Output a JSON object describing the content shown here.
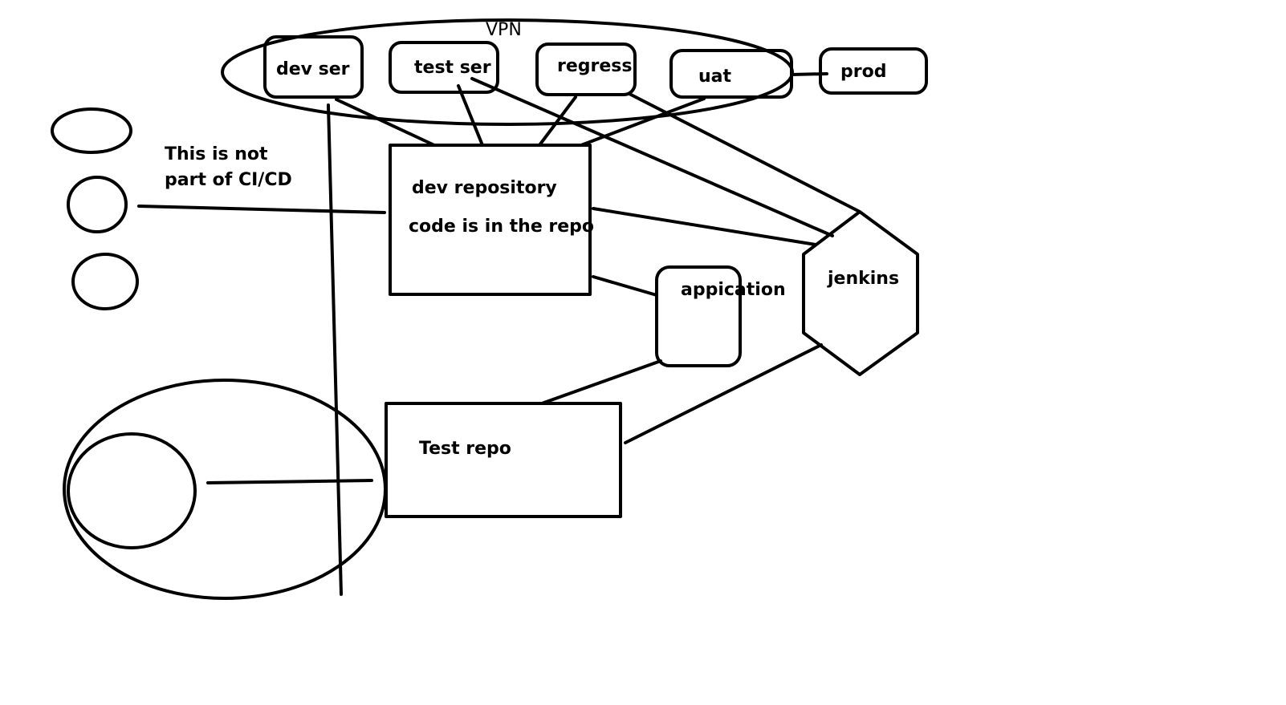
{
  "diagram": {
    "vpn_label": "VPN",
    "servers": {
      "dev": "dev ser",
      "test": "test ser",
      "regress": "regress",
      "uat": "uat",
      "prod": "prod"
    },
    "note_line1": "This is not",
    "note_line2": "part of CI/CD",
    "dev_repo_line1": "dev repository",
    "dev_repo_line2": "code is in the repo",
    "application": "appication",
    "jenkins": "jenkins",
    "test_repo": "Test repo"
  },
  "colors": {
    "stroke": "#000000",
    "background": "#ffffff"
  }
}
